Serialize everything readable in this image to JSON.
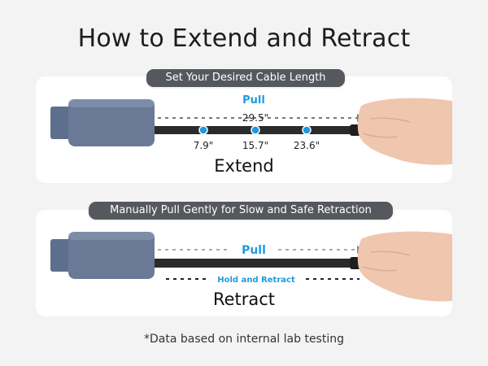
{
  "title": "How to Extend and Retract",
  "extend_panel": {
    "header": "Set Your Desired Cable Length",
    "pull_label": "Pull",
    "total_length": "29.5\"",
    "markers": [
      "7.9\"",
      "15.7\"",
      "23.6\""
    ],
    "mode_label": "Extend"
  },
  "retract_panel": {
    "header": "Manually Pull Gently for Slow and Safe Retraction",
    "pull_label": "Pull",
    "hold_label": "Hold and Retract",
    "mode_label": "Retract"
  },
  "footnote": "*Data based on internal lab testing",
  "colors": {
    "accent": "#1e9be0",
    "device": "#6a7a96",
    "cable": "#2b2b2b",
    "pill": "#55585d",
    "skin": "#efc6ae"
  }
}
